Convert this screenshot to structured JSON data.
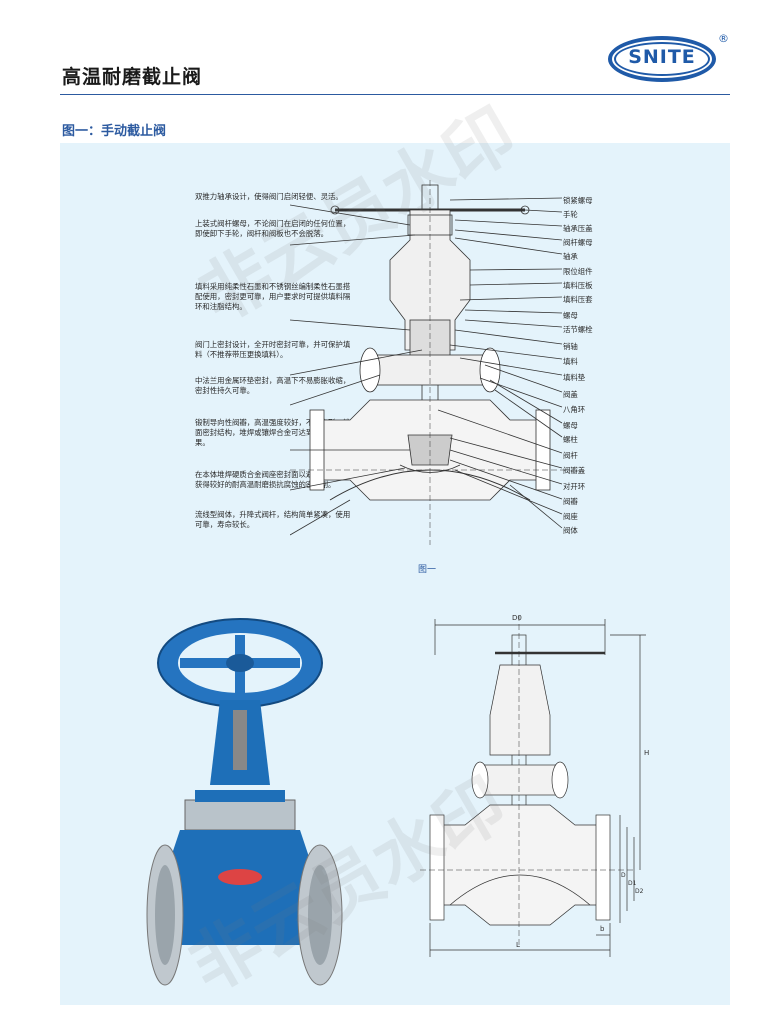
{
  "header": {
    "title": "高温耐磨截止阀"
  },
  "logo": {
    "text": "SNITE",
    "registered": "®"
  },
  "section": {
    "title": "图一：手动截止阀"
  },
  "notes": [
    "双推力轴承设计，使得阀门启闭轻便、灵活。",
    "上装式阀杆螺母，不论阀门在启闭的任何位置，即使卸下手轮，阀杆和阀板也不会脱落。",
    "填料采用纯柔性石墨和不锈钢丝编制柔性石墨搭配使用，密封更可靠，用户要求时可提供填料隔环和注脂结构。",
    "阀门上密封设计，全开时密封可靠，并可保护填料（不推荐带压更换填料）。",
    "中法兰用金属环垫密封，高温下不易膨胀收缩，密封性持久可靠。",
    "锻制导向性阀瓣，高温强度较好，不易变形，锥面密封结构，堆焊或镶焊合金可达到理想密封效果。",
    "在本体堆焊硬质合金阀座密封面以避免焊接，可获得较好的耐高温耐磨损抗腐蚀的密封副。",
    "流线型阀体，升降式阀杆，结构简单紧凑，使用可靠，寿命较长。"
  ],
  "parts": [
    "锁紧螺母",
    "手轮",
    "轴承压盖",
    "阀杆螺母",
    "轴承",
    "限位组件",
    "填料压板",
    "填料压套",
    "螺母",
    "活节螺栓",
    "销轴",
    "填料",
    "填料垫",
    "阀盖",
    "八角环",
    "螺母",
    "螺柱",
    "阀杆",
    "阀瓣盖",
    "对开环",
    "阀瓣",
    "阀座",
    "阀体"
  ],
  "figure": {
    "caption": "图一"
  },
  "dimensions": {
    "d0": "D0",
    "h": "H",
    "l": "L",
    "b": "b",
    "d": "D",
    "d1": "D1",
    "d2": "D2"
  },
  "watermark": {
    "text": "非云员水印"
  },
  "colors": {
    "accent": "#2c5aa0",
    "panel": "#e4f3fb",
    "valve_blue": "#1e6fb8"
  }
}
